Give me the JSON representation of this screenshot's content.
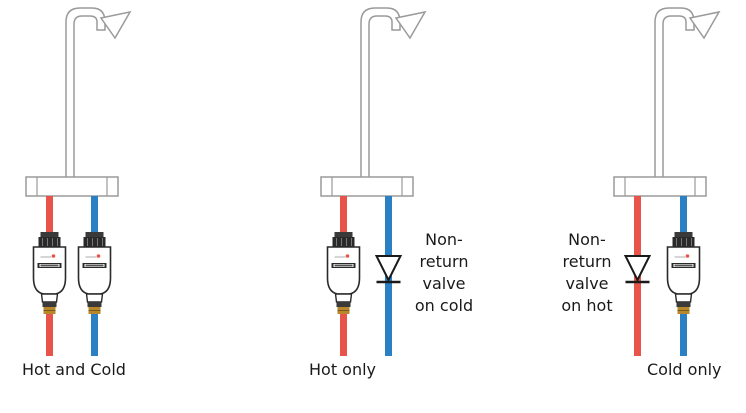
{
  "diagrams": [
    {
      "caption": "Hot and Cold",
      "hot_valve": "thermostatic-mixing-unit",
      "cold_valve": "thermostatic-mixing-unit",
      "label_lines": []
    },
    {
      "caption": "Hot only",
      "hot_valve": "thermostatic-mixing-unit",
      "cold_valve": "non-return-valve",
      "label_lines": [
        "Non-",
        "return",
        "valve",
        "on cold"
      ]
    },
    {
      "caption": "Cold only",
      "hot_valve": "non-return-valve",
      "cold_valve": "thermostatic-mixing-unit",
      "label_lines": [
        "Non-",
        "return",
        "valve",
        "on hot"
      ]
    }
  ],
  "colors": {
    "hot_pipe": "#e8534a",
    "cold_pipe": "#2b7fc3",
    "outline": "#9a9a9a",
    "fitting_dark": "#3a3a3a",
    "fitting_brass": "#b8862b"
  }
}
